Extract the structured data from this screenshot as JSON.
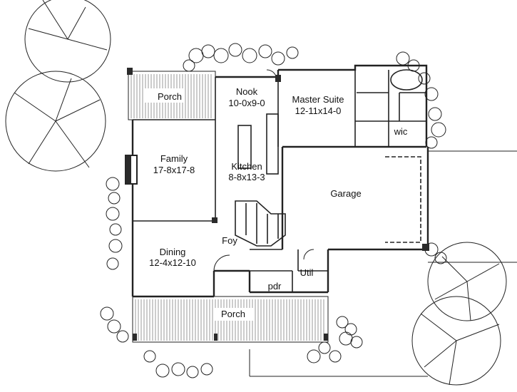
{
  "rooms": {
    "porch_back": "Porch",
    "nook_name": "Nook",
    "nook_dim": "10-0x9-0",
    "master_name": "Master Suite",
    "master_dim": "12-11x14-0",
    "family_name": "Family",
    "family_dim": "17-8x17-8",
    "kitchen_name": "Kitchen",
    "kitchen_dim": "8-8x13-3",
    "garage": "Garage",
    "wic": "wic",
    "foy": "Foy",
    "dining_name": "Dining",
    "dining_dim": "12-4x12-10",
    "util": "Util",
    "pdr": "pdr",
    "porch_front": "Porch"
  }
}
